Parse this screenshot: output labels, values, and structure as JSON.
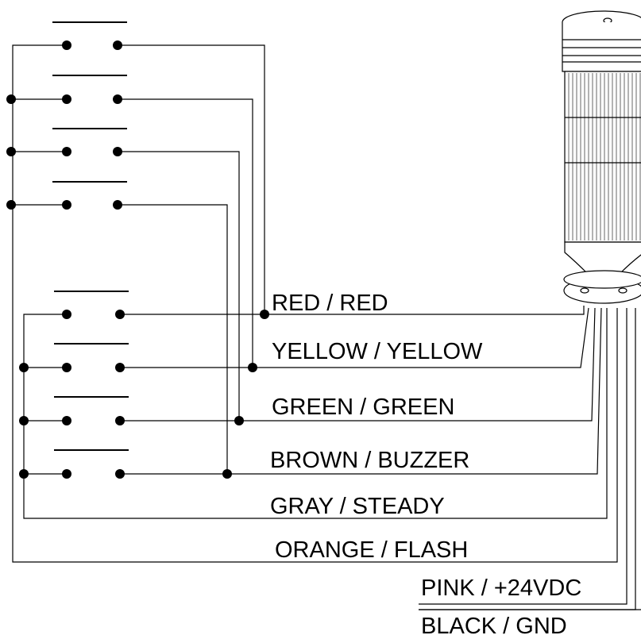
{
  "wire_labels": {
    "red": "RED / RED",
    "yellow": "YELLOW / YELLOW",
    "green": "GREEN / GREEN",
    "brown": "BROWN / BUZZER",
    "gray": "GRAY / STEADY",
    "orange": "ORANGE / FLASH",
    "pink": "PINK / +24VDC",
    "black": "BLACK / GND"
  },
  "colors": {
    "line": "#000000",
    "background": "#ffffff"
  },
  "icons": {
    "switch": "pushbutton-switch-icon",
    "tower": "signal-tower-light-icon"
  }
}
